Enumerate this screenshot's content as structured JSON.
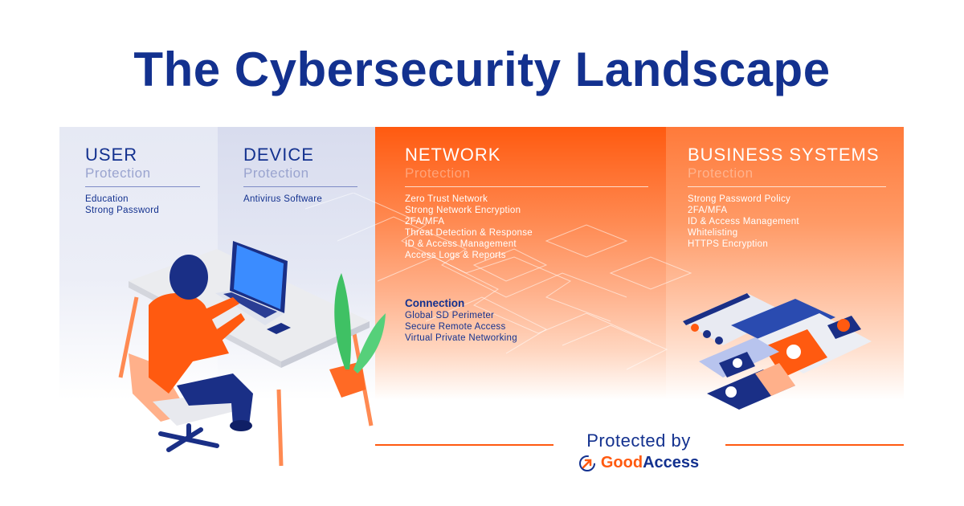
{
  "title": "The Cybersecurity Landscape",
  "columns": [
    {
      "heading": "USER",
      "subheading": "Protection",
      "items": [
        "Education",
        "Strong Password"
      ]
    },
    {
      "heading": "DEVICE",
      "subheading": "Protection",
      "items": [
        "Antivirus Software"
      ]
    },
    {
      "heading": "NETWORK",
      "subheading": "Protection",
      "items": [
        "Zero Trust Network",
        "Strong Network Encryption",
        "2FA/MFA",
        "Threat Detection & Response",
        "ID & Access Management",
        "Access Logs & Reports"
      ]
    },
    {
      "heading": "BUSINESS SYSTEMS",
      "subheading": "Protection",
      "items": [
        "Strong Password Policy",
        "2FA/MFA",
        "ID & Access Management",
        "Whitelisting",
        "HTTPS Encryption"
      ]
    }
  ],
  "connection": {
    "heading": "Connection",
    "items": [
      "Global SD Perimeter",
      "Secure Remote Access",
      "Virtual Private Networking"
    ]
  },
  "footer": {
    "protected_by": "Protected by",
    "brand_part1": "Good",
    "brand_part2": "Access",
    "logo_icon": "arrow-circle-icon"
  },
  "colors": {
    "navy": "#13318f",
    "orange": "#ff5a10",
    "light_blue_panel": "#e6e9f4"
  },
  "illustrations": [
    "person-at-desk-with-laptop",
    "potted-plant",
    "isometric-app-screens"
  ]
}
